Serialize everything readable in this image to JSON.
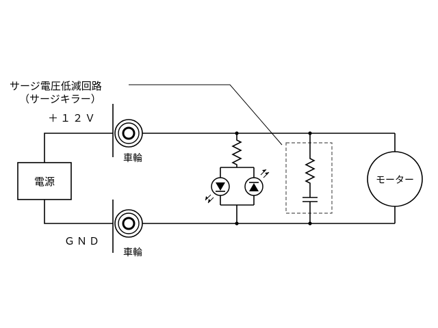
{
  "labels": {
    "surge_title": "サージ電圧低減回路",
    "surge_subtitle": "（サージキラー）",
    "plus12v": "＋１２Ｖ",
    "gnd": "ＧＮＤ",
    "wheel_top": "車輪",
    "wheel_bottom": "車輪",
    "power": "電源",
    "motor": "モーター"
  },
  "colors": {
    "line": "#000000",
    "background": "#ffffff",
    "dashed_box": "#555555"
  },
  "icons": {
    "wheel": "wheel-roller-icon",
    "resistor": "resistor-icon",
    "led": "led-icon",
    "capacitor": "capacitor-icon",
    "junction": "junction-dot-icon"
  }
}
